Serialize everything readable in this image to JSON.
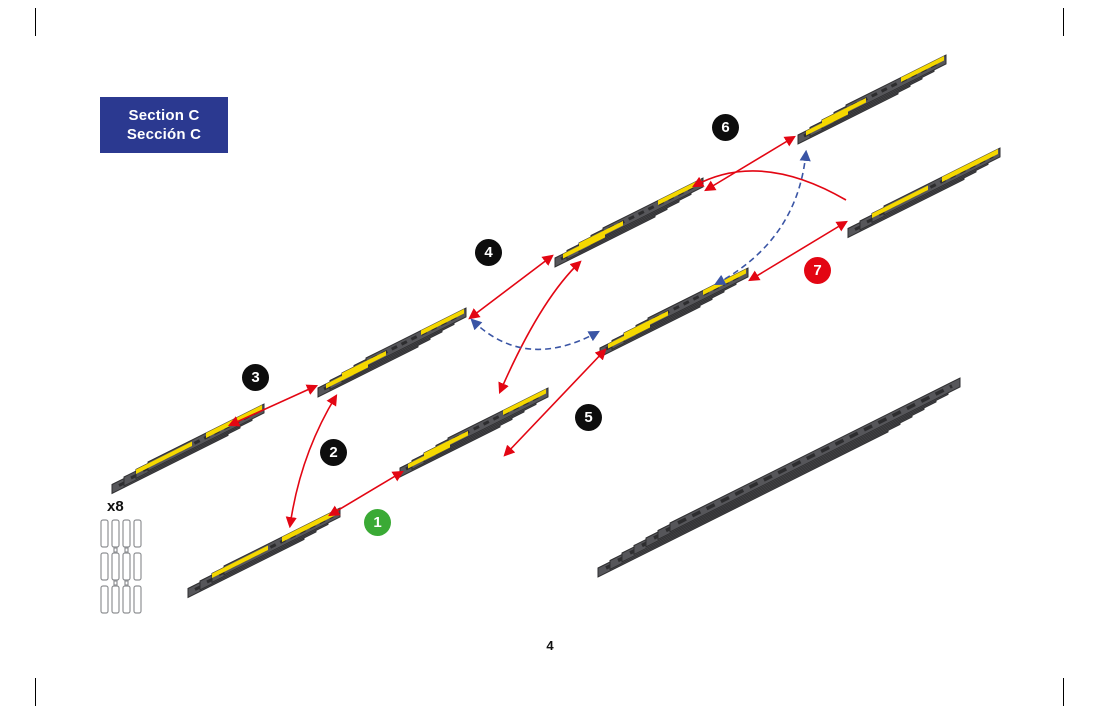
{
  "page": {
    "number": "4"
  },
  "section_label": {
    "line1": "Section C",
    "line2": "Sección C",
    "bg_color": "#2b3990",
    "text_color": "#ffffff"
  },
  "parts_count": {
    "label": "x8"
  },
  "steps": [
    {
      "label": "1",
      "color": "#3aaa35"
    },
    {
      "label": "2",
      "color": "#0d0d0d"
    },
    {
      "label": "3",
      "color": "#0d0d0d"
    },
    {
      "label": "4",
      "color": "#0d0d0d"
    },
    {
      "label": "5",
      "color": "#0d0d0d"
    },
    {
      "label": "6",
      "color": "#0d0d0d"
    },
    {
      "label": "7",
      "color": "#e30613"
    }
  ],
  "colors": {
    "piece_gray": "#56565a",
    "piece_outline": "#2e2e30",
    "accent_yellow": "#f5d800",
    "arrow_red": "#e30613",
    "arrow_blue": "#3a55a5"
  }
}
